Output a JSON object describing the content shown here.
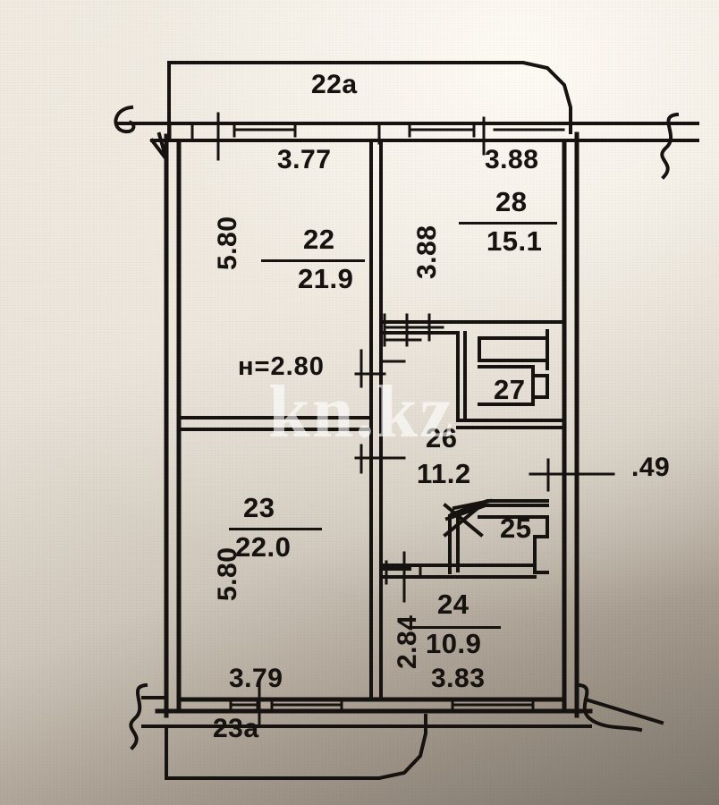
{
  "document": {
    "kind": "apartment-floor-plan",
    "ceiling_height_label": "н=2.80",
    "watermark": "kn.kz"
  },
  "rooms": [
    {
      "id": "room-22",
      "number": "22",
      "area": "21.9",
      "width_dim": "3.77",
      "height_dim": "5.80"
    },
    {
      "id": "room-28",
      "number": "28",
      "area": "15.1",
      "width_dim": "3.88",
      "height_dim": "3.88"
    },
    {
      "id": "room-27",
      "number": "27",
      "area": "",
      "width_dim": "",
      "height_dim": ""
    },
    {
      "id": "room-26",
      "number": "26",
      "area": "11.2",
      "width_dim": "",
      "height_dim": ""
    },
    {
      "id": "room-25",
      "number": "25",
      "area": "",
      "width_dim": "",
      "height_dim": ""
    },
    {
      "id": "room-24",
      "number": "24",
      "area": "10.9",
      "width_dim": "3.83",
      "height_dim": "2.84"
    },
    {
      "id": "room-23",
      "number": "23",
      "area": "22.0",
      "width_dim": "3.79",
      "height_dim": "5.80"
    }
  ],
  "balconies": [
    {
      "id": "balcony-22a",
      "label": "22а"
    },
    {
      "id": "balcony-23a",
      "label": "23а"
    }
  ],
  "dimensions": {
    "top_left_width": "3.77",
    "top_right_width": "3.88",
    "left_upper_height": "5.80",
    "left_lower_height": "5.80",
    "mid_upper_height": "3.88",
    "mid_lower_height": "2.84",
    "bottom_left_width": "3.79",
    "bottom_right_width": "3.83",
    "right_edge_note": ".49"
  },
  "room_labels": {
    "r22_num": "22",
    "r22_area": "21.9",
    "r28_num": "28",
    "r28_area": "15.1",
    "r27_num": "27",
    "r26_num": "26",
    "r26_area": "11.2",
    "r25_num": "25",
    "r24_num": "24",
    "r24_area": "10.9",
    "r23_num": "23",
    "r23_area": "22.0"
  },
  "colors": {
    "ink": "#15120f",
    "paper_light": "#efe9e0",
    "paper_shadow": "#7c7469",
    "watermark": "#ffffff"
  }
}
